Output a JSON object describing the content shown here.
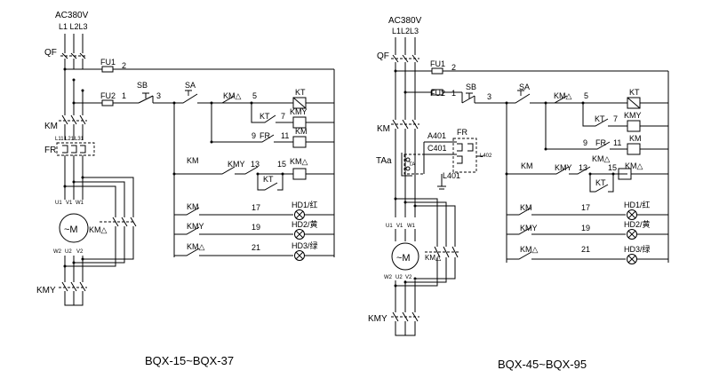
{
  "left": {
    "supply": "AC380V",
    "phases": "L1 L2L3",
    "caption": "BQX-15~BQX-37",
    "labels": {
      "qf": "QF",
      "fu1": "FU1",
      "n2": "2",
      "fu2": "FU2",
      "n1": "1",
      "sb": "SB",
      "n3": "3",
      "sa": "SA",
      "km_tri_5": "KM△",
      "n5": "5",
      "kt_coil": "KT",
      "kt7": "KT",
      "n7": "7",
      "kmy_coil": "KMY",
      "km_main": "KM",
      "n9": "9",
      "fr11": "FR",
      "n11": "11",
      "km_coil": "KM",
      "fr": "FR",
      "l11": "L11",
      "l21": "L21",
      "l31": "L31",
      "km_hold": "KM",
      "kmy13": "KMY",
      "n13": "13",
      "n15": "15",
      "kmtri_coil": "KM△",
      "kt_nc": "KT",
      "u1": "U1",
      "v1": "V1",
      "w1": "W1",
      "motor": "~M",
      "km_tri_main": "KM△",
      "w2": "W2",
      "u2": "U2",
      "v2": "V2",
      "kmy_main": "KMY",
      "km17": "KM",
      "n17": "17",
      "hd1": "HD1/红",
      "kmy19": "KMY",
      "n19": "19",
      "hd2": "HD2/黄",
      "kmtri21": "KM△",
      "n21": "21",
      "hd3": "HD3/绿"
    }
  },
  "right": {
    "supply": "AC380V",
    "phases": "L1L2L3",
    "caption": "BQX-45~BQX-95",
    "labels": {
      "qf": "QF",
      "fu1": "FU1",
      "n2": "2",
      "fu2": "FU2",
      "n1": "1",
      "sb": "SB",
      "n3": "3",
      "sa": "SA",
      "km_tri_5": "KM△",
      "n5": "5",
      "kt_coil": "KT",
      "kt7": "KT",
      "n7": "7",
      "kmy_coil": "KMY",
      "km_main": "KM",
      "fr_top": "FR",
      "a401": "A401",
      "c401": "C401",
      "l402": "L402",
      "taa": "TAa",
      "ta": "TA",
      "l401": "L401",
      "n9": "9",
      "fr11": "FR",
      "n11": "11",
      "km_coil": "KM",
      "km_hold": "KM",
      "kmy13": "KMY",
      "n13": "13",
      "kmtri_aux": "KM△",
      "n15": "15",
      "kmtri_coil": "KM△",
      "kt_nc": "KT",
      "u1": "U1",
      "v1": "V1",
      "w1": "W1",
      "motor": "~M",
      "km_tri_main": "KM△",
      "w2": "W2",
      "u2": "U2",
      "v2": "V2",
      "kmy_main": "KMY",
      "km17": "KM",
      "n17": "17",
      "hd1": "HD1/红",
      "kmy19": "KMY",
      "n19": "19",
      "hd2": "HD2/黄",
      "kmtri21": "KM△",
      "n21": "21",
      "hd3": "HD3/绿"
    }
  }
}
